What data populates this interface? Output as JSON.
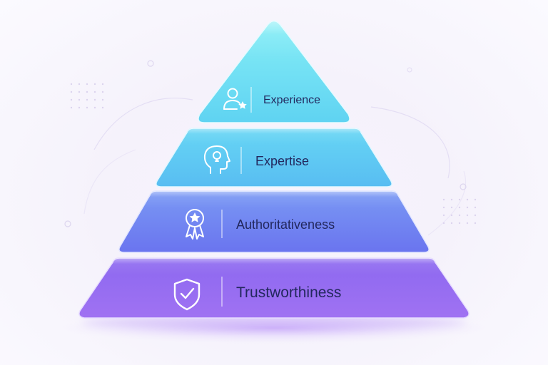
{
  "pyramid": {
    "tiers": [
      {
        "label": "Experience",
        "icon": "user-star-icon"
      },
      {
        "label": "Expertise",
        "icon": "head-lightbulb-icon"
      },
      {
        "label": "Authoritativeness",
        "icon": "award-ribbon-icon"
      },
      {
        "label": "Trustworthiness",
        "icon": "shield-check-icon"
      }
    ]
  },
  "colors": {
    "tier_top": "#6fdcf0",
    "tier_second": "#5cc6f1",
    "tier_third": "#6d86f2",
    "tier_bottom": "#8b5ef0",
    "text": "#23285e",
    "icon_stroke": "#ffffff",
    "background": "#f6f3fc"
  }
}
